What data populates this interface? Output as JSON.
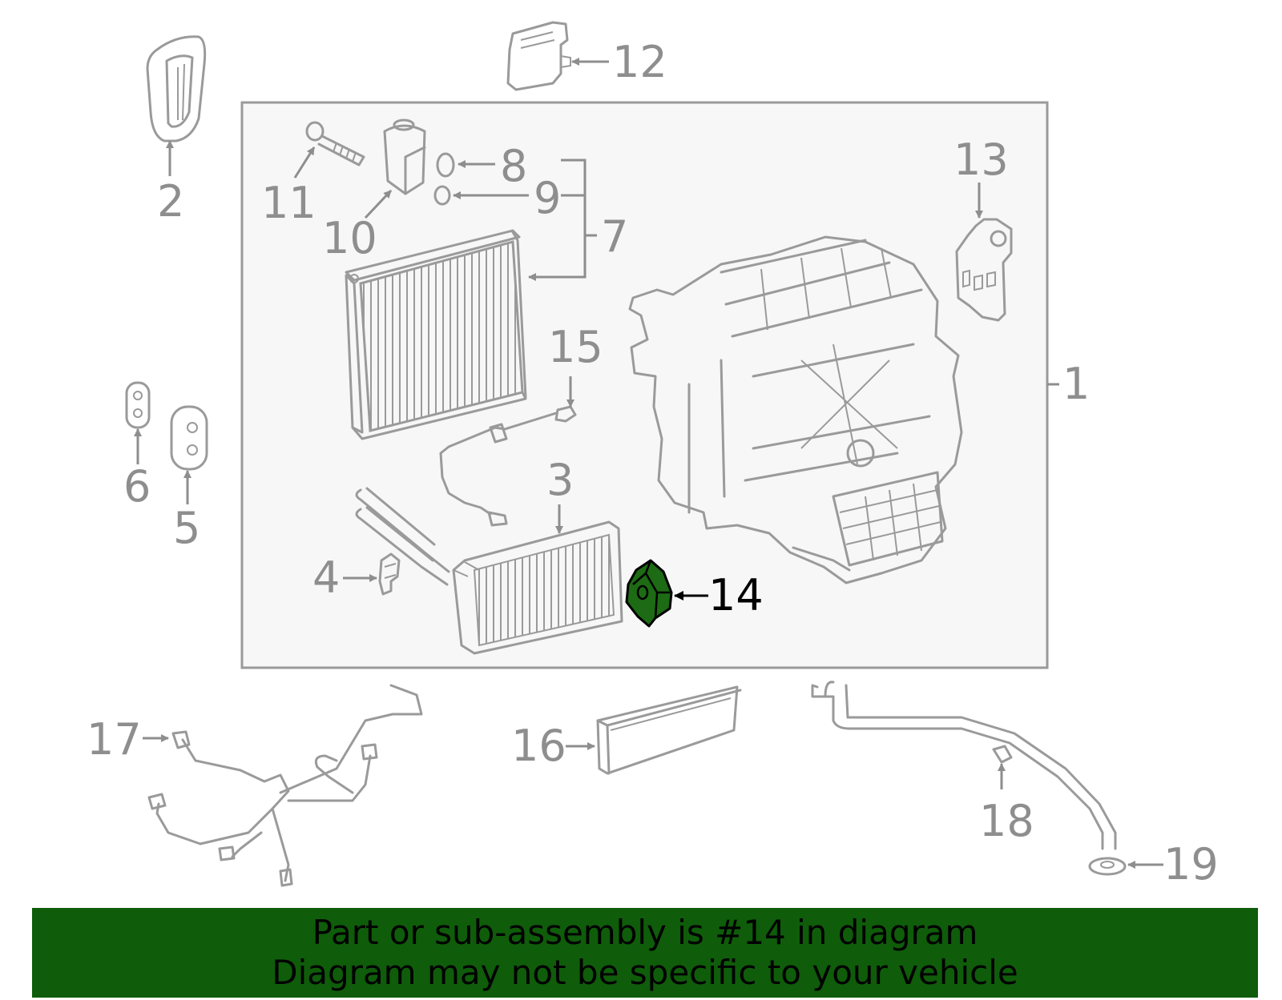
{
  "banner": {
    "line1": "Part or sub-assembly is #14 in diagram",
    "line2": "Diagram may not be specific to your vehicle",
    "color": "#0f5c0a"
  },
  "highlight_color": "#1d6b14",
  "callouts": [
    "1",
    "2",
    "3",
    "4",
    "5",
    "6",
    "7",
    "8",
    "9",
    "10",
    "11",
    "12",
    "13",
    "14",
    "15",
    "16",
    "17",
    "18",
    "19"
  ],
  "highlighted_callout": "14"
}
